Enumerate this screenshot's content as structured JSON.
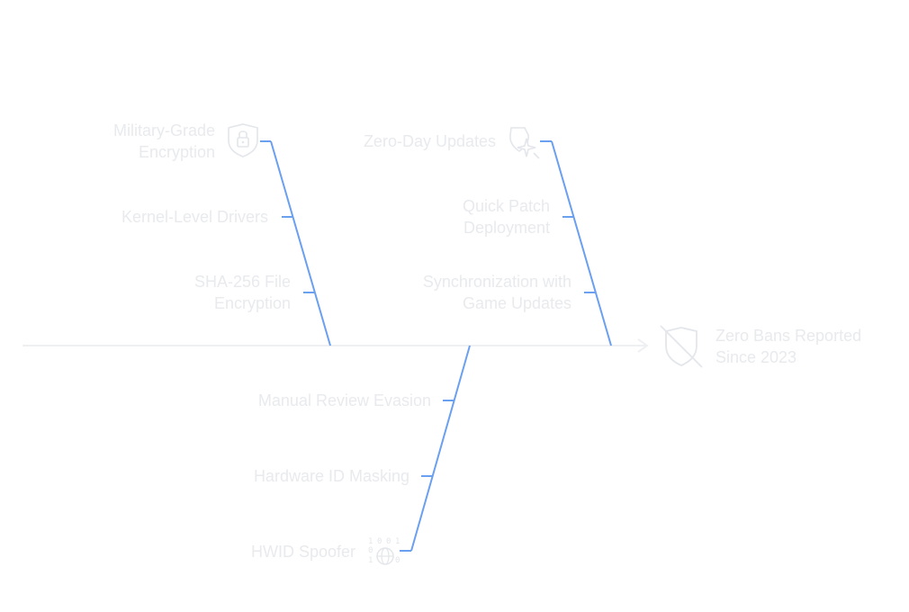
{
  "colors": {
    "bone": "#6b9ff0",
    "spine": "#eef0f3",
    "text": "#e8eaed",
    "icon": "#e3e6ea"
  },
  "effect": {
    "lines": [
      "Zero Bans Reported",
      "Since 2023"
    ],
    "icon": "shield-off-icon"
  },
  "causes": {
    "encryption": {
      "head": [
        "Military-Grade",
        "Encryption"
      ],
      "icon": "shield-lock-icon",
      "sub1": "Kernel-Level Drivers",
      "sub2": [
        "SHA-256 File",
        "Encryption"
      ]
    },
    "updates": {
      "head": "Zero-Day Updates",
      "icon": "bug-sparkle-icon",
      "sub1": [
        "Quick Patch",
        "Deployment"
      ],
      "sub2": [
        "Synchronization with",
        "Game Updates"
      ]
    },
    "spoofer": {
      "head": "HWID Spoofer",
      "icon": "binary-globe-icon",
      "sub1": "Manual Review Evasion",
      "sub2": "Hardware ID Masking",
      "binary": [
        "1",
        "0",
        "0",
        "1",
        "0",
        "1",
        "0"
      ]
    }
  }
}
